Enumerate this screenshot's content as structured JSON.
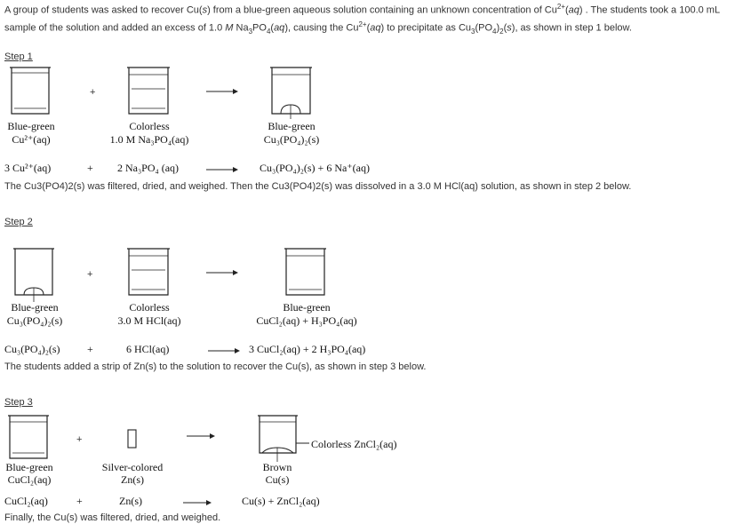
{
  "intro": {
    "line1_a": "A group of students was asked to recover Cu(",
    "line1_s": "s",
    "line1_b": ") from a blue-green aqueous solution containing an unknown concentration of Cu",
    "line1_sup": "2+",
    "line1_c": "(",
    "line1_aq": "aq",
    "line1_d": ") . The students took a 100.0 mL",
    "line2_a": "sample of the solution and added an excess of 1.0 ",
    "line2_M": "M",
    "line2_b": " Na",
    "line2_sub1": "3",
    "line2_c": "PO",
    "line2_sub2": "4",
    "line2_d": "(",
    "line2_aq": "aq",
    "line2_e": "), causing the Cu",
    "line2_sup": "2+",
    "line2_f": "(",
    "line2_aq2": "aq",
    "line2_g": ") to precipitate as Cu",
    "line2_sub3": "3",
    "line2_h": "(PO",
    "line2_sub4": "4",
    "line2_i": ")",
    "line2_sub5": "2",
    "line2_j": "(",
    "line2_s": "s",
    "line2_k": "), as shown in step 1 below."
  },
  "step1": {
    "title": "Step 1",
    "plus": "+",
    "labels": {
      "a1": "Blue-green",
      "a2": "Cu²⁺(aq)",
      "b1": "Colorless",
      "b2": "1.0 M Na₃PO₄(aq)",
      "c1": "Blue-green",
      "c2": "Cu₃(PO₄)₂(s)"
    },
    "equation": {
      "r1": "3 Cu²⁺(aq)",
      "plus": "+",
      "r2": "2 Na₃PO₄ (aq)",
      "p": "Cu₃(PO₄)₂(s) + 6 Na⁺(aq)"
    },
    "after": "The Cu3(PO4)2(s) was filtered, dried, and weighed. Then the Cu3(PO4)2(s) was dissolved in a 3.0 M HCl(aq) solution, as shown in step 2 below."
  },
  "step2": {
    "title": "Step 2",
    "plus": "+",
    "labels": {
      "a1": "Blue-green",
      "a2": "Cu₃(PO₄)₂(s)",
      "b1": "Colorless",
      "b2": "3.0 M HCl(aq)",
      "c1": "Blue-green",
      "c2": "CuCl₂(aq) + H₃PO₄(aq)"
    },
    "equation": {
      "r1": "Cu₃(PO₄)₂(s)",
      "plus": "+",
      "r2": "6 HCl(aq)",
      "p": "3 CuCl₂(aq) + 2 H₃PO₄(aq)"
    },
    "after": "The students added a strip of Zn(s) to the solution to recover the Cu(s), as shown in step 3 below."
  },
  "step3": {
    "title": "Step 3",
    "plus": "+",
    "labels": {
      "a1": "Blue-green",
      "a2": "CuCl₂(aq)",
      "b1": "Silver-colored",
      "b2": "Zn(s)",
      "c1": "Brown",
      "c2": "Cu(s)",
      "callout": "Colorless ZnCl₂(aq)"
    },
    "equation": {
      "r1": "CuCl₂(aq)",
      "plus": "+",
      "r2": "Zn(s)",
      "p": "Cu(s) + ZnCl₂(aq)"
    },
    "after": "Finally, the Cu(s) was filtered, dried, and weighed."
  }
}
